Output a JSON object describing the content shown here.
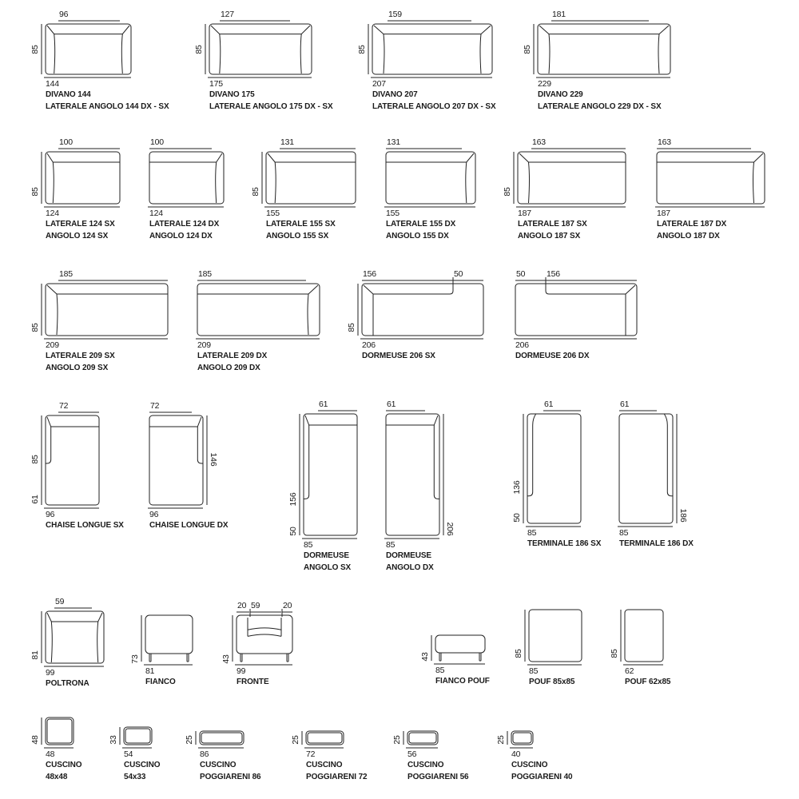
{
  "title": "Sofa module dimensions",
  "colors": {
    "line": "#222222",
    "text": "#1a1a1a"
  },
  "items": [
    {
      "name": [
        "DIVANO 144",
        "LATERALE ANGOLO 144 DX - SX"
      ],
      "top": [
        "96"
      ],
      "left": [
        "85"
      ],
      "right": [],
      "bottom": "144"
    },
    {
      "name": [
        "DIVANO 175",
        "LATERALE ANGOLO 175 DX - SX"
      ],
      "top": [
        "127"
      ],
      "left": [
        "85"
      ],
      "right": [],
      "bottom": "175"
    },
    {
      "name": [
        "DIVANO 207",
        "LATERALE ANGOLO 207 DX - SX"
      ],
      "top": [
        "159"
      ],
      "left": [
        "85"
      ],
      "right": [],
      "bottom": "207"
    },
    {
      "name": [
        "DIVANO 229",
        "LATERALE ANGOLO 229 DX - SX"
      ],
      "top": [
        "181"
      ],
      "left": [
        "85"
      ],
      "right": [],
      "bottom": "229"
    },
    {
      "name": [
        "LATERALE 124 SX",
        "ANGOLO 124 SX"
      ],
      "top": [
        "100"
      ],
      "left": [
        "85"
      ],
      "right": [],
      "bottom": "124"
    },
    {
      "name": [
        "LATERALE 124 DX",
        "ANGOLO 124 DX"
      ],
      "top": [
        "100"
      ],
      "left": [],
      "right": [],
      "bottom": "124"
    },
    {
      "name": [
        "LATERALE 155 SX",
        "ANGOLO 155 SX"
      ],
      "top": [
        "131"
      ],
      "left": [
        "85"
      ],
      "right": [],
      "bottom": "155"
    },
    {
      "name": [
        "LATERALE 155 DX",
        "ANGOLO 155 DX"
      ],
      "top": [
        "131"
      ],
      "left": [],
      "right": [],
      "bottom": "155"
    },
    {
      "name": [
        "LATERALE 187 SX",
        "ANGOLO 187 SX"
      ],
      "top": [
        "163"
      ],
      "left": [
        "85"
      ],
      "right": [],
      "bottom": "187"
    },
    {
      "name": [
        "LATERALE 187 DX",
        "ANGOLO 187 DX"
      ],
      "top": [
        "163"
      ],
      "left": [],
      "right": [],
      "bottom": "187"
    },
    {
      "name": [
        "LATERALE 209 SX",
        "ANGOLO 209 SX"
      ],
      "top": [
        "185"
      ],
      "left": [
        "85"
      ],
      "right": [],
      "bottom": "209"
    },
    {
      "name": [
        "LATERALE 209 DX",
        "ANGOLO 209 DX"
      ],
      "top": [
        "185"
      ],
      "left": [],
      "right": [],
      "bottom": "209"
    },
    {
      "name": [
        "DORMEUSE 206 SX"
      ],
      "top": [
        "156",
        "50"
      ],
      "left": [
        "85"
      ],
      "right": [],
      "bottom": "206"
    },
    {
      "name": [
        "DORMEUSE 206 DX"
      ],
      "top": [
        "50",
        "156"
      ],
      "left": [],
      "right": [],
      "bottom": "206"
    },
    {
      "name": [
        "CHAISE LONGUE SX"
      ],
      "top": [
        "72"
      ],
      "left": [
        "85",
        "61"
      ],
      "right": [],
      "bottom": "96"
    },
    {
      "name": [
        "CHAISE LONGUE DX"
      ],
      "top": [
        "72"
      ],
      "left": [],
      "right": [
        "146"
      ],
      "bottom": "96"
    },
    {
      "name": [
        "DORMEUSE",
        "ANGOLO SX"
      ],
      "top": [
        "61"
      ],
      "left": [
        "156",
        "50"
      ],
      "right": [],
      "bottom": "85"
    },
    {
      "name": [
        "DORMEUSE",
        "ANGOLO DX"
      ],
      "top": [
        "61"
      ],
      "left": [],
      "right": [
        "206"
      ],
      "bottom": "85"
    },
    {
      "name": [
        "TERMINALE 186 SX"
      ],
      "top": [
        "61"
      ],
      "left": [
        "136",
        "50"
      ],
      "right": [],
      "bottom": "85"
    },
    {
      "name": [
        "TERMINALE 186 DX"
      ],
      "top": [
        "61"
      ],
      "left": [],
      "right": [
        "186"
      ],
      "bottom": "85"
    },
    {
      "name": [
        "POLTRONA"
      ],
      "top": [
        "59"
      ],
      "left": [
        "81"
      ],
      "right": [],
      "bottom": "99"
    },
    {
      "name": [
        "FIANCO"
      ],
      "top": [],
      "left": [
        "73"
      ],
      "right": [],
      "bottom": "81"
    },
    {
      "name": [
        "FRONTE"
      ],
      "top": [
        "20",
        "59",
        "20"
      ],
      "left": [
        "43"
      ],
      "right": [],
      "bottom": "99"
    },
    {
      "name": [
        "FIANCO POUF"
      ],
      "top": [],
      "left": [
        "43"
      ],
      "right": [],
      "bottom": "85"
    },
    {
      "name": [
        "POUF 85x85"
      ],
      "top": [],
      "left": [
        "85"
      ],
      "right": [],
      "bottom": "85"
    },
    {
      "name": [
        "POUF 62x85"
      ],
      "top": [],
      "left": [
        "85"
      ],
      "right": [],
      "bottom": "62"
    },
    {
      "name": [
        "CUSCINO",
        "48x48"
      ],
      "top": [],
      "left": [
        "48"
      ],
      "right": [],
      "bottom": "48"
    },
    {
      "name": [
        "CUSCINO",
        "54x33"
      ],
      "top": [],
      "left": [
        "33"
      ],
      "right": [],
      "bottom": "54"
    },
    {
      "name": [
        "CUSCINO",
        "POGGIARENI 86"
      ],
      "top": [],
      "left": [
        "25"
      ],
      "right": [],
      "bottom": "86"
    },
    {
      "name": [
        "CUSCINO",
        "POGGIARENI 72"
      ],
      "top": [],
      "left": [
        "25"
      ],
      "right": [],
      "bottom": "72"
    },
    {
      "name": [
        "CUSCINO",
        "POGGIARENI 56"
      ],
      "top": [],
      "left": [
        "25"
      ],
      "right": [],
      "bottom": "56"
    },
    {
      "name": [
        "CUSCINO",
        "POGGIARENI 40"
      ],
      "top": [],
      "left": [
        "25"
      ],
      "right": [],
      "bottom": "40"
    }
  ]
}
